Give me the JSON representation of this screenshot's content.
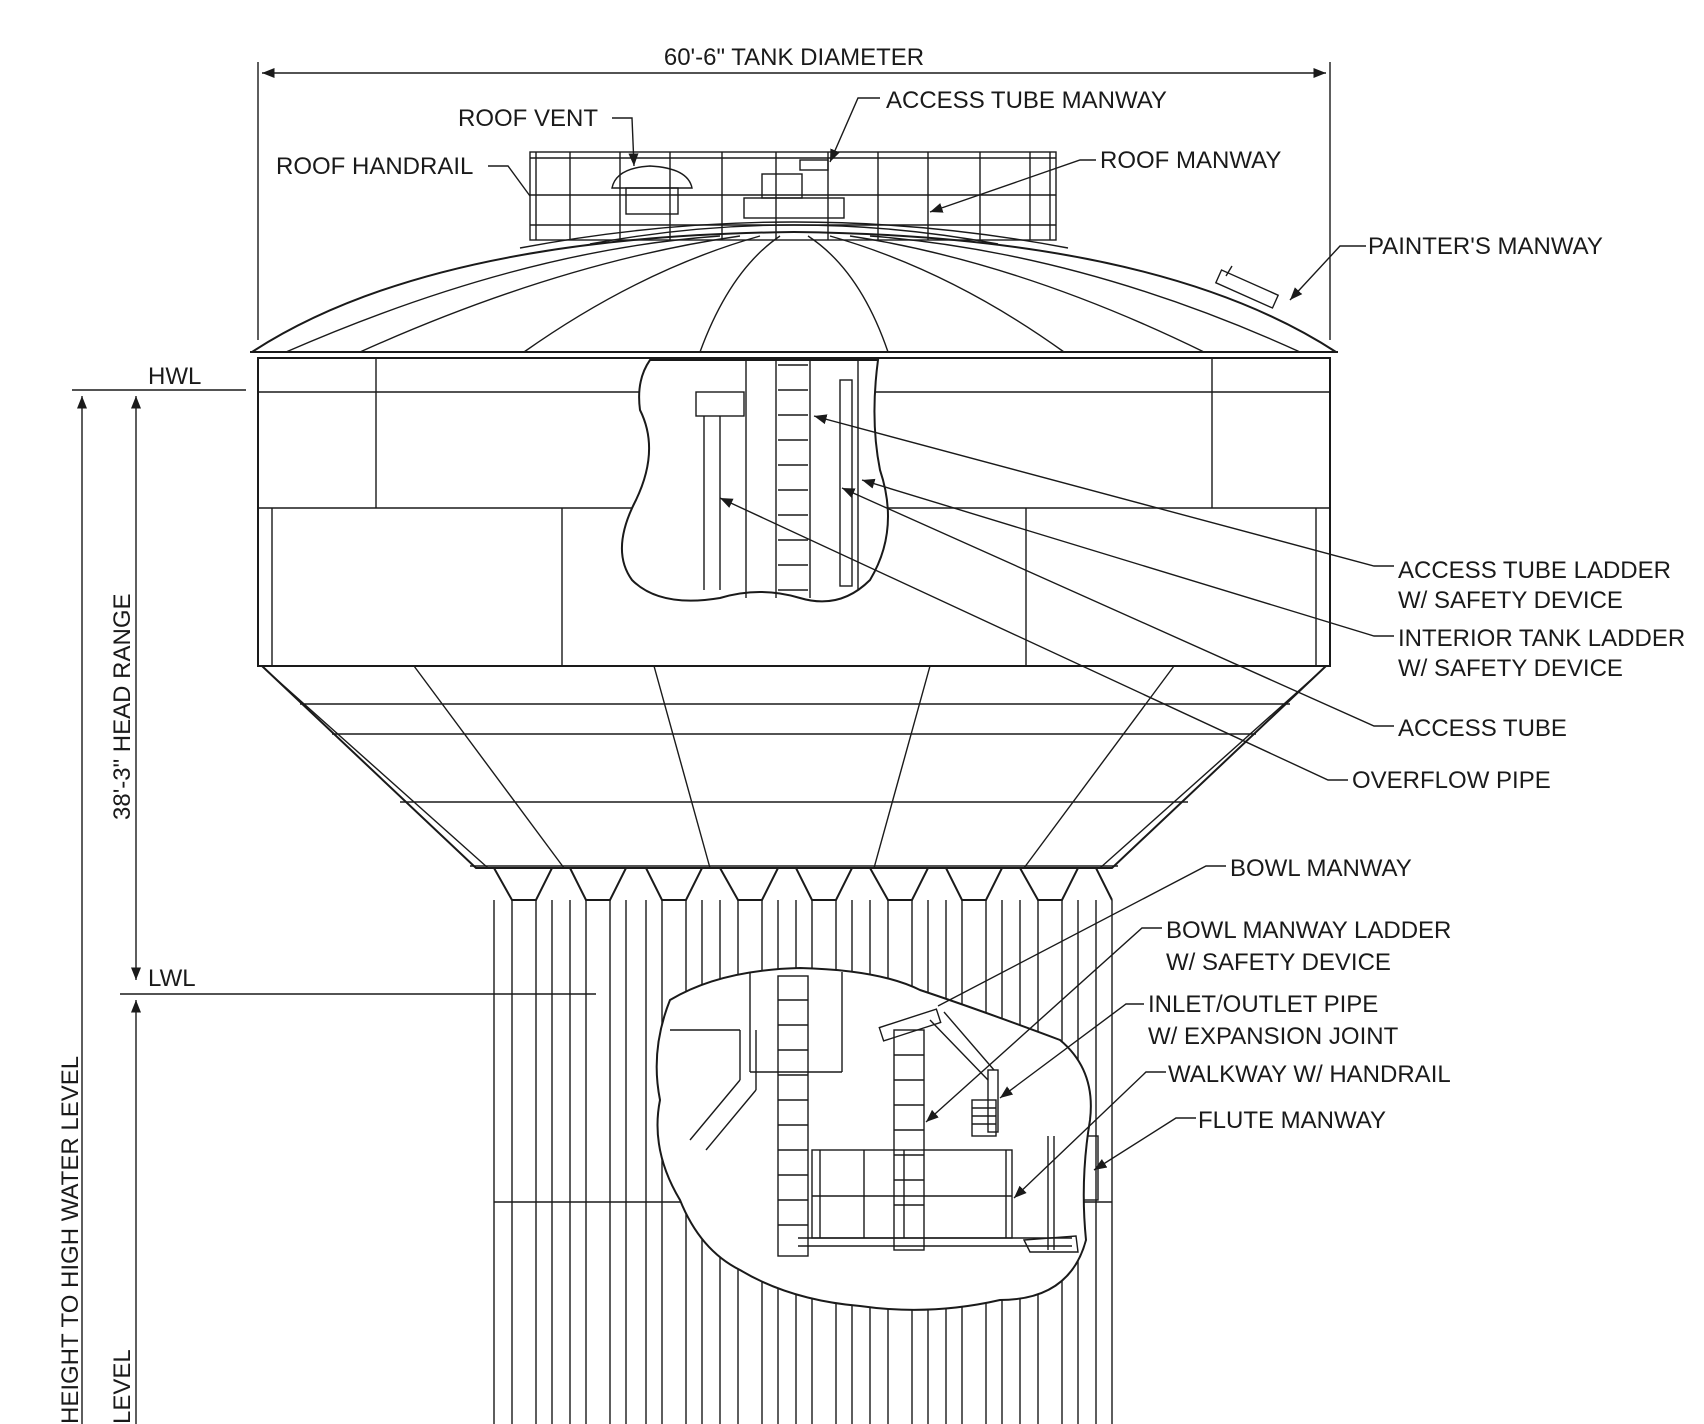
{
  "dimensions": {
    "tank_diameter": "60'-6\" TANK DIAMETER",
    "head_range": "38'-3\" HEAD RANGE",
    "height_to_hwl": "HEIGHT TO HIGH WATER LEVEL",
    "height_to_lwl_partial": "LEVEL"
  },
  "levels": {
    "hwl": "HWL",
    "lwl": "LWL"
  },
  "callouts": {
    "roof_vent": "ROOF VENT",
    "roof_handrail": "ROOF HANDRAIL",
    "access_tube_manway": "ACCESS TUBE MANWAY",
    "roof_manway": "ROOF MANWAY",
    "painters_manway": "PAINTER'S MANWAY",
    "access_tube_ladder_1": "ACCESS TUBE LADDER",
    "access_tube_ladder_2": "W/ SAFETY DEVICE",
    "interior_tank_ladder_1": "INTERIOR TANK LADDER",
    "interior_tank_ladder_2": "W/ SAFETY DEVICE",
    "access_tube": "ACCESS TUBE",
    "overflow_pipe": "OVERFLOW PIPE",
    "bowl_manway": "BOWL MANWAY",
    "bowl_manway_ladder_1": "BOWL MANWAY LADDER",
    "bowl_manway_ladder_2": "W/ SAFETY DEVICE",
    "inlet_outlet_pipe_1": "INLET/OUTLET PIPE",
    "inlet_outlet_pipe_2": "W/ EXPANSION JOINT",
    "walkway": "WALKWAY W/ HANDRAIL",
    "flute_manway": "FLUTE MANWAY"
  }
}
